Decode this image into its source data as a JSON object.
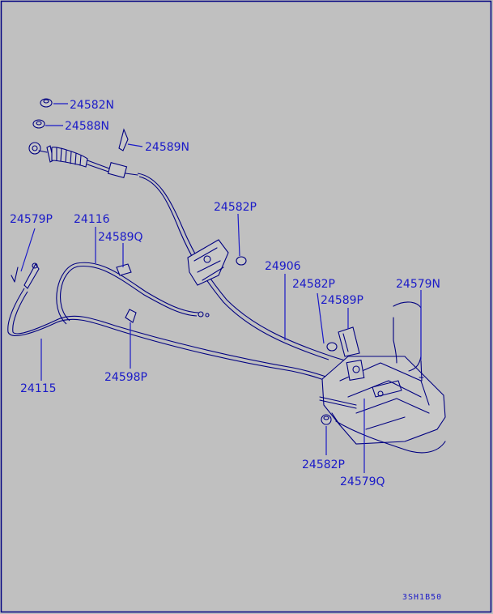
{
  "labels": {
    "l_24582N": "24582N",
    "l_24588N": "24588N",
    "l_24589N": "24589N",
    "l_24582P_top": "24582P",
    "l_24579P": "24579P",
    "l_24116": "24116",
    "l_24589Q": "24589Q",
    "l_24906": "24906",
    "l_24582P_mid": "24582P",
    "l_24579N": "24579N",
    "l_24589P": "24589P",
    "l_24115": "24115",
    "l_24598P": "24598P",
    "l_24582P_bot": "24582P",
    "l_24579Q": "24579Q"
  },
  "diagram_code": "3SH1B50",
  "colors": {
    "background": "#c0c0c0",
    "label": "#1a1ac8",
    "line": "#000080"
  }
}
